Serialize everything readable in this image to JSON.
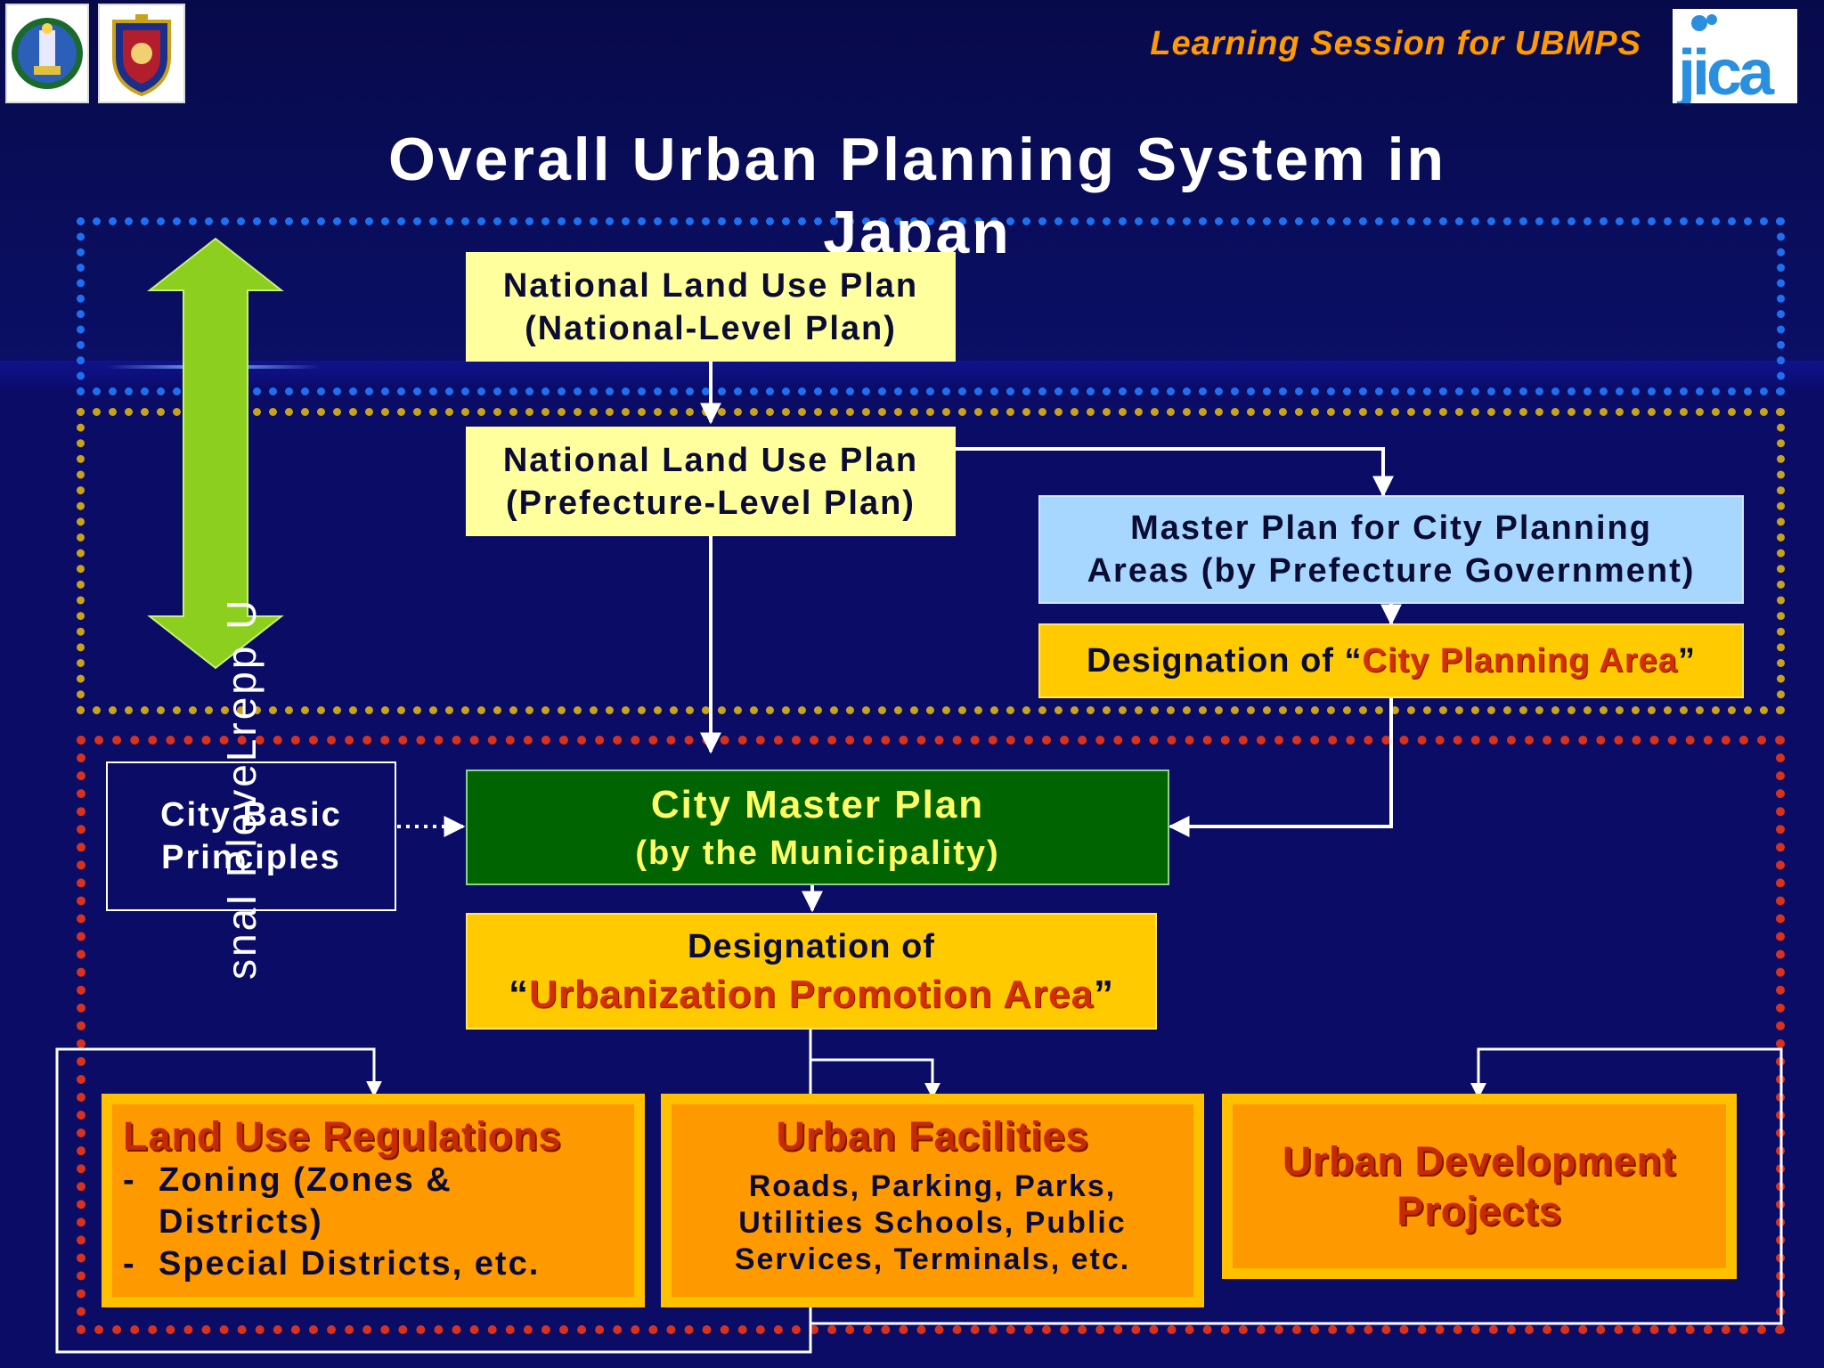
{
  "header": {
    "session_label": "Learning Session for UBMPS",
    "logos": [
      "municipality-emblem",
      "police-crest",
      "jica-logo"
    ]
  },
  "title": {
    "line1": "Overall Urban Planning System in",
    "line2": "Japan"
  },
  "side_arrow": {
    "label": "Upper Level Plans",
    "label_rendered": "snaІ РlevеLrepp U",
    "color": "#8ccf1e"
  },
  "boxes": {
    "national_plan": {
      "line1": "National Land Use Plan",
      "line2": "(National-Level Plan)"
    },
    "prefecture_plan": {
      "line1": "National Land Use Plan",
      "line2": "(Prefecture-Level Plan)"
    },
    "master_plan_areas": {
      "line1": "Master Plan for City Planning",
      "line2": "Areas (by Prefecture Government)"
    },
    "designation_cpa": {
      "prefix": "Designation of “",
      "highlight": "City Planning Area",
      "suffix": "”"
    },
    "city_basic": {
      "line1": "City Basic",
      "line2": "Principles"
    },
    "city_master": {
      "line1": "City Master Plan",
      "line2": "(by the Municipality)"
    },
    "designation_upa": {
      "line1": "Designation of",
      "prefix": "“",
      "highlight": "Urbanization Promotion Area",
      "suffix": "”"
    }
  },
  "bottom": {
    "land_use": {
      "title": "Land Use Regulations",
      "items": [
        {
          "bullet": "-",
          "line1": "Zoning (Zones &",
          "line2": "Districts)"
        },
        {
          "bullet": "-",
          "line1": "Special Districts, etc.",
          "line2": ""
        }
      ]
    },
    "facilities": {
      "title": "Urban Facilities",
      "desc1": "Roads, Parking, Parks,",
      "desc2": "Utilities Schools, Public",
      "desc3": "Services, Terminals, etc."
    },
    "projects": {
      "line1": "Urban Development",
      "line2": "Projects"
    }
  },
  "colors": {
    "background": "#0a0c66",
    "zone_national": "#1f6ff0",
    "zone_prefecture": "#c9a21b",
    "zone_municipal": "#d8321d",
    "accent_orange": "#ff9a00"
  }
}
